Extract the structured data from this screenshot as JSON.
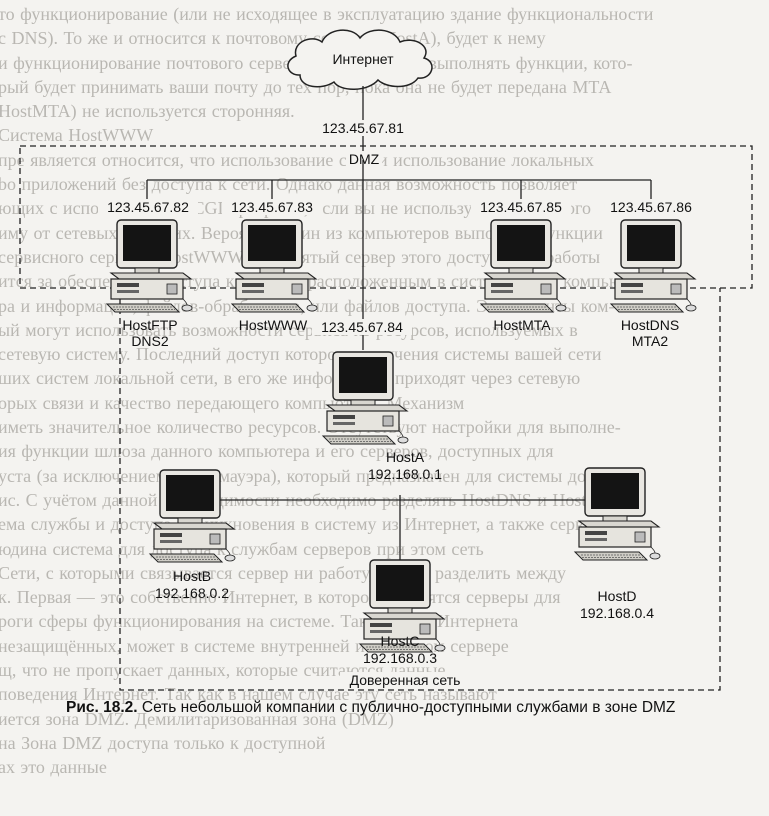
{
  "background_text": [
    "то функционирование (или не исходящее в эксплуатацию здание функциональности",
    "с DNS). То же и относится к почтовому серверу (HostA), будет к нему",
    "и функционирование почтового сервера, которая будет выполнять функции, кото-",
    "рый будет принимать ваши почту до тех пор, пока она не будет передана МТА",
    "HostMTA) не используется сторонняя.",
    "Система HostWWW",
    "пре является относится, что использование сети и использование локальных",
    "bo приложений без доступа к сети. Однако данная возможность позволяет",
    "ющих с использованием CGI программ, если вы не используете как вы того",
    "иму от сетевых и других. Вероятно, один из компьютеров выполнит функции",
    "сервисного сервера (HostWWW). Принятый сервер этого доступа для работы",
    "ится за обеспечение доступа к файлам, расположенным в системе этого компью-",
    "ра и информации, файлов-обработчика, или файлов доступа. Это клиенты ком-",
    "ый могут использовать возможности сервиса из ресурсов, используемых в",
    "сетевую систему. Последний доступ которого получения системы вашей сети",
    "ших систем локальной сети, в его же информации приходят через сетевую",
    "орых связи и качество передающего компьютера. Механизм",
    "иметь значительное количество ресурсов. Отсутствуют настройки для выполне-",
    "ия функции шлюза данного компьютера и его серверов, доступных для",
    "уста (за исключением Брандмауэра), который предназначен для системы доступа",
    "ис. С учётом данной необходимости необходимо разделять HostDNS и HostA и",
    "ема службы и доступа проникновения в систему из Интернет, а также сервисы",
    "юдина система для доступа к службам серверов при этом сеть",
    "Сети, с которыми связывается сервер ни работу, можно разделить между",
    "к. Первая — это собственно Интернет, в которой находятся серверы для",
    "роги сферы функционирования на системе. Так, пакеты Интернета",
    "незащищённых, может в системе внутренней и в сетевом сервере",
    "щ, что не пропускает данных, которые считаются данные",
    "поведения Интернет. Так как в нашем случае эту сеть называют",
    "иется зона DMZ. Демилитаризованная зона (DMZ)",
    "на Зона DMZ  доступа только к доступной",
    "ах это данные"
  ],
  "diagram": {
    "internet_label": "Интернет",
    "gateway_ip": "123.45.67.81",
    "dmz_label": "DMZ",
    "trusted_label": "Доверенная сеть",
    "hosts": [
      {
        "id": "ftp",
        "ip": "123.45.67.82",
        "name": "HostFTP",
        "name2": "DNS2"
      },
      {
        "id": "www",
        "ip": "123.45.67.83",
        "name": "HostWWW",
        "name2": ""
      },
      {
        "id": "mta",
        "ip": "123.45.67.85",
        "name": "HostMTA",
        "name2": ""
      },
      {
        "id": "dns",
        "ip": "123.45.67.86",
        "name": "HostDNS",
        "name2": "MTA2"
      },
      {
        "id": "a",
        "ip": "192.168.0.1",
        "name": "HostA",
        "name2": "",
        "ip_top": "123.45.67.84"
      },
      {
        "id": "b",
        "ip": "192.168.0.2",
        "name": "HostB",
        "name2": ""
      },
      {
        "id": "c",
        "ip": "192.168.0.3",
        "name": "HostC",
        "name2": ""
      },
      {
        "id": "d",
        "ip": "192.168.0.4",
        "name": "HostD",
        "name2": ""
      }
    ],
    "icon": "desktop-computer-icon"
  },
  "caption": {
    "prefix": "Рис. 18.2.",
    "text": " Сеть небольшой компании с публично-доступными службами в зоне DMZ"
  }
}
